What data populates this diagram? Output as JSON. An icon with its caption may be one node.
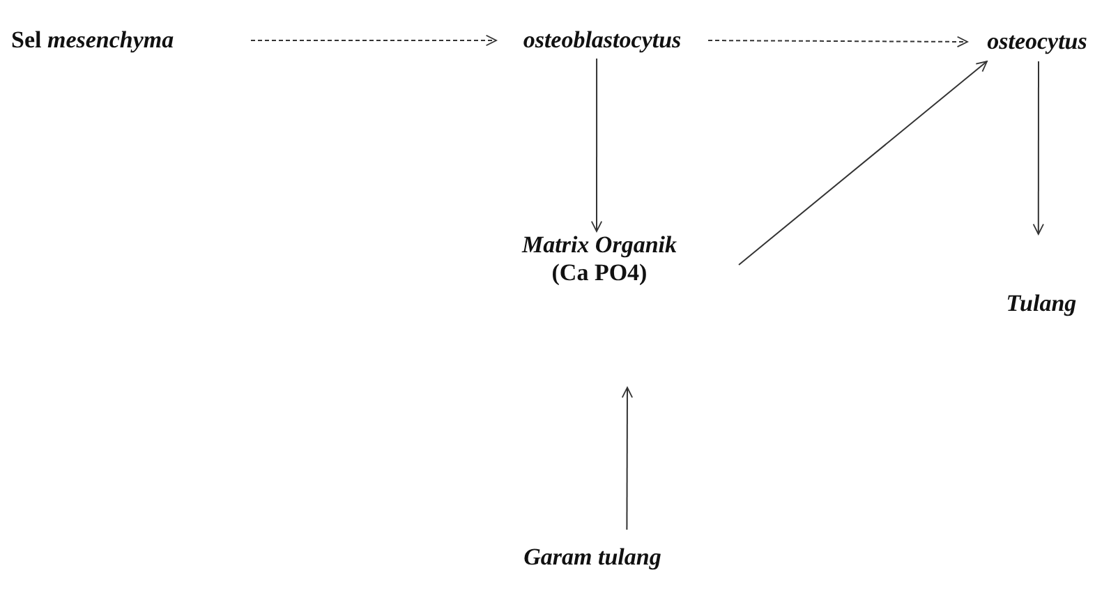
{
  "diagram": {
    "nodes": [
      {
        "text": [
          "Sel *mesenchyma*"
        ]
      },
      {
        "text": [
          "osteoblastocytus"
        ]
      },
      {
        "text": [
          "osteocytus"
        ]
      },
      {
        "text": [
          "*Matrix Organik* (Ca PO4)"
        ]
      },
      {
        "text": [
          "Tulang"
        ]
      },
      {
        "text": [
          "Garam tulang"
        ]
      }
    ],
    "edges": [
      {
        "from": 0,
        "to": 1,
        "arrow": "to",
        "style": "dashed"
      },
      {
        "from": 1,
        "to": 2,
        "arrow": "to",
        "style": "dashed"
      },
      {
        "from": 1,
        "to": 3,
        "arrow": "to"
      },
      {
        "from": 3,
        "to": 2,
        "arrow": "to"
      },
      {
        "from": 2,
        "to": 4,
        "arrow": "to"
      },
      {
        "from": 5,
        "to": 3,
        "arrow": "to"
      }
    ]
  }
}
